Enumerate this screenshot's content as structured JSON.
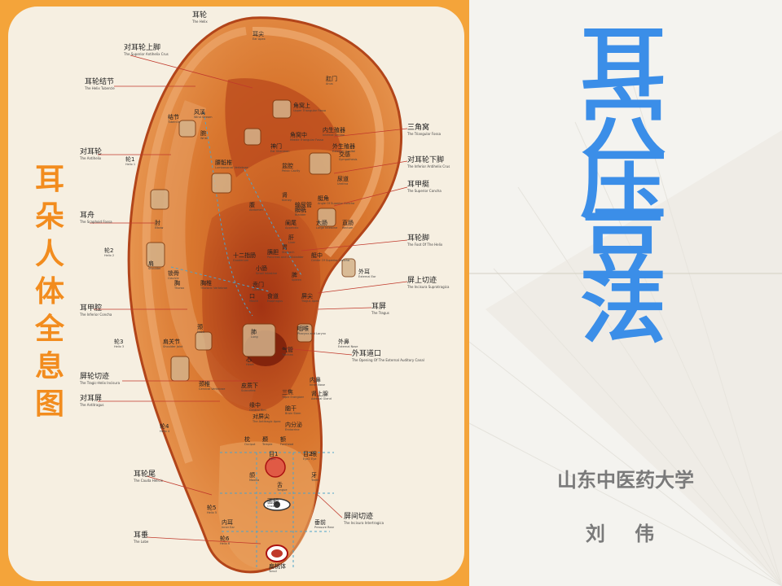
{
  "slide": {
    "title_chars": [
      "耳",
      "穴",
      "压",
      "豆",
      "法"
    ],
    "university": "山东中医药大学",
    "author": "刘 伟",
    "colors": {
      "title_blue": "#3b8ee8",
      "frame_orange": "#f4a43a",
      "subtitle_gray": "#7a7a7a"
    }
  },
  "ear_chart": {
    "vertical_title_chars": [
      "耳",
      "朵",
      "人",
      "体",
      "全",
      "息",
      "图"
    ],
    "labels_left": [
      {
        "cn": "对耳轮上脚",
        "en": "The Superior Antihelix Crus"
      },
      {
        "cn": "耳轮结节",
        "en": "The Helix Tubercle"
      },
      {
        "cn": "对耳轮",
        "en": "The Antihelix"
      },
      {
        "cn": "耳舟",
        "en": "The Scaphoid Fossa"
      },
      {
        "cn": "耳甲腔",
        "en": "The Inferior Concha"
      },
      {
        "cn": "屏轮切迹",
        "en": "The Tragic-Helix Incisura"
      },
      {
        "cn": "对耳屏",
        "en": "The Antitragus"
      },
      {
        "cn": "耳轮尾",
        "en": "The Cauda Helicis"
      },
      {
        "cn": "耳垂",
        "en": "The Lobe"
      }
    ],
    "labels_right": [
      {
        "cn": "三角窝",
        "en": "The Triangular Fossa"
      },
      {
        "cn": "对耳轮下脚",
        "en": "The Inferior Antihelix Crus"
      },
      {
        "cn": "耳甲艇",
        "en": "The Superior Concha"
      },
      {
        "cn": "耳轮脚",
        "en": "The Foot Of The Helix"
      },
      {
        "cn": "屏上切迹",
        "en": "The Incisura Supratragica"
      },
      {
        "cn": "耳屏",
        "en": "The Tragus"
      },
      {
        "cn": "外耳道口",
        "en": "The Opening Of The External Auditory Canal"
      },
      {
        "cn": "屏间切迹",
        "en": "The Incisura Intertragica"
      }
    ],
    "label_top": {
      "cn": "耳轮",
      "en": "The Helix"
    },
    "point_labels": [
      {
        "cn": "耳尖",
        "en": "Ear Apex"
      },
      {
        "cn": "肛门",
        "en": "Anus"
      },
      {
        "cn": "外生殖器",
        "en": "External Genital"
      },
      {
        "cn": "直肠",
        "en": "Rectum"
      },
      {
        "cn": "外耳",
        "en": "External Ear"
      },
      {
        "cn": "屏尖",
        "en": "Tragus Apex"
      },
      {
        "cn": "外鼻",
        "en": "External Nose"
      },
      {
        "cn": "咽喉",
        "en": "Pharynx and Larynx"
      },
      {
        "cn": "内鼻",
        "en": "Inner Nose"
      },
      {
        "cn": "肾上腺",
        "en": "Adrenal Gland"
      },
      {
        "cn": "目1",
        "en": "Eye1"
      },
      {
        "cn": "目2",
        "en": "Eye2"
      },
      {
        "cn": "眼",
        "en": "Eye"
      },
      {
        "cn": "牙",
        "en": "Teeth"
      },
      {
        "cn": "舌",
        "en": "Tongue"
      },
      {
        "cn": "面颊",
        "en": "Cheek"
      },
      {
        "cn": "内耳",
        "en": "Inner Ear"
      },
      {
        "cn": "扁桃体",
        "en": "Tonsil"
      },
      {
        "cn": "垂前",
        "en": "Pressure Rear"
      },
      {
        "cn": "颌",
        "en": "Maxilla"
      },
      {
        "cn": "枕",
        "en": "Occiput"
      },
      {
        "cn": "颞",
        "en": "Temple"
      },
      {
        "cn": "额",
        "en": "Forehead"
      },
      {
        "cn": "三焦",
        "en": "Triple Energizer"
      },
      {
        "cn": "内分泌",
        "en": "Endocrine"
      },
      {
        "cn": "缘中",
        "en": "Central Rim"
      },
      {
        "cn": "脑干",
        "en": "Brain Stem"
      },
      {
        "cn": "肺",
        "en": "Lung"
      },
      {
        "cn": "心",
        "en": "Heart"
      },
      {
        "cn": "气管",
        "en": "Trachea"
      },
      {
        "cn": "口",
        "en": "Mouth"
      },
      {
        "cn": "食道",
        "en": "Esophagus"
      },
      {
        "cn": "贲门",
        "en": "Cardia"
      },
      {
        "cn": "胃",
        "en": "Stomach"
      },
      {
        "cn": "十二指肠",
        "en": "Duodenum"
      },
      {
        "cn": "小肠",
        "en": "Small Intestine"
      },
      {
        "cn": "大肠",
        "en": "Large Intestine"
      },
      {
        "cn": "阑尾",
        "en": "Appendix"
      },
      {
        "cn": "肝",
        "en": "Liver"
      },
      {
        "cn": "脾",
        "en": "Spleen"
      },
      {
        "cn": "胰胆",
        "en": "Pancreas and Gallbladder"
      },
      {
        "cn": "肾",
        "en": "Kidney"
      },
      {
        "cn": "膀胱",
        "en": "Bladder"
      },
      {
        "cn": "输尿管",
        "en": "Ureter"
      },
      {
        "cn": "艇角",
        "en": "Angle Of Superior Concha"
      },
      {
        "cn": "艇中",
        "en": "Center Of Superior Concha"
      },
      {
        "cn": "交感",
        "en": "Sympathesis"
      },
      {
        "cn": "尿道",
        "en": "Urethra"
      },
      {
        "cn": "神门",
        "en": "Ear Shenmen"
      },
      {
        "cn": "盆腔",
        "en": "Pelvic Cavity"
      },
      {
        "cn": "角窝中",
        "en": "Middle Triangular Fossa"
      },
      {
        "cn": "内生殖器",
        "en": "Internal Genital"
      },
      {
        "cn": "角窝上",
        "en": "Upper Triangular Fossa"
      },
      {
        "cn": "风溪",
        "en": "Wind Stream"
      },
      {
        "cn": "腕",
        "en": "Wrist"
      },
      {
        "cn": "结节",
        "en": "Tubercle"
      },
      {
        "cn": "肘",
        "en": "Elbow"
      },
      {
        "cn": "肩",
        "en": "Shoulder"
      },
      {
        "cn": "锁骨",
        "en": "Clavicle"
      },
      {
        "cn": "肩关节",
        "en": "Shoulder Joint"
      },
      {
        "cn": "胸",
        "en": "Thorax"
      },
      {
        "cn": "胸椎",
        "en": "Thoracic Vertebrae"
      },
      {
        "cn": "腹",
        "en": "Abdomen"
      },
      {
        "cn": "腰骶椎",
        "en": "Lumbosacral Vertebrae"
      },
      {
        "cn": "颈",
        "en": "Neck"
      },
      {
        "cn": "颈椎",
        "en": "Cervical Vertebrae"
      },
      {
        "cn": "皮质下",
        "en": "Subcortex"
      },
      {
        "cn": "对屏尖",
        "en": "The Antitragic Apex"
      },
      {
        "cn": "轮1",
        "en": "Helix 1"
      },
      {
        "cn": "轮2",
        "en": "Helix 2"
      },
      {
        "cn": "轮3",
        "en": "Helix 3"
      },
      {
        "cn": "轮4",
        "en": "Helix 4"
      },
      {
        "cn": "轮5",
        "en": "Helix 5"
      },
      {
        "cn": "轮6",
        "en": "Helix 6"
      }
    ]
  }
}
